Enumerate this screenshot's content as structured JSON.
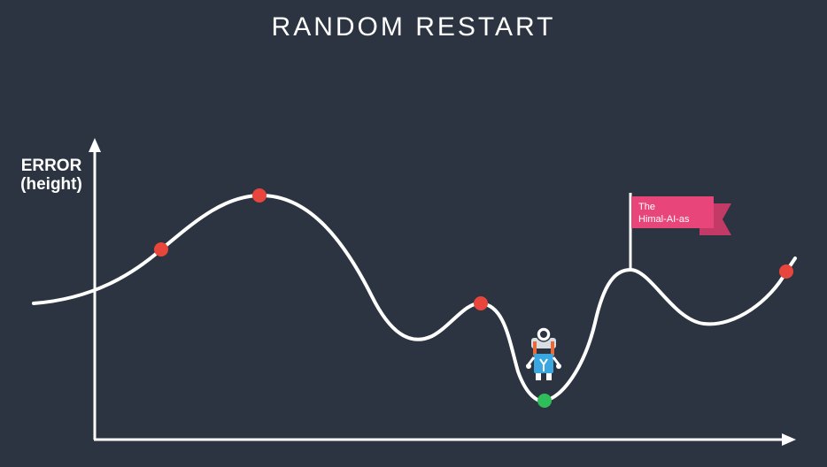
{
  "title": "RANDOM RESTART",
  "y_axis_label": {
    "line1": "ERROR",
    "line2": "(height)"
  },
  "flag": {
    "line1": "The",
    "line2": "Himal-AI-as",
    "color": "#e8457a"
  },
  "colors": {
    "background": "#2b3440",
    "curve": "#ffffff",
    "restart_point": "#e8453c",
    "current_point": "#2fbf5a"
  },
  "icons": {
    "climber": "robot-climber-icon",
    "flag": "summit-flag-icon"
  }
}
